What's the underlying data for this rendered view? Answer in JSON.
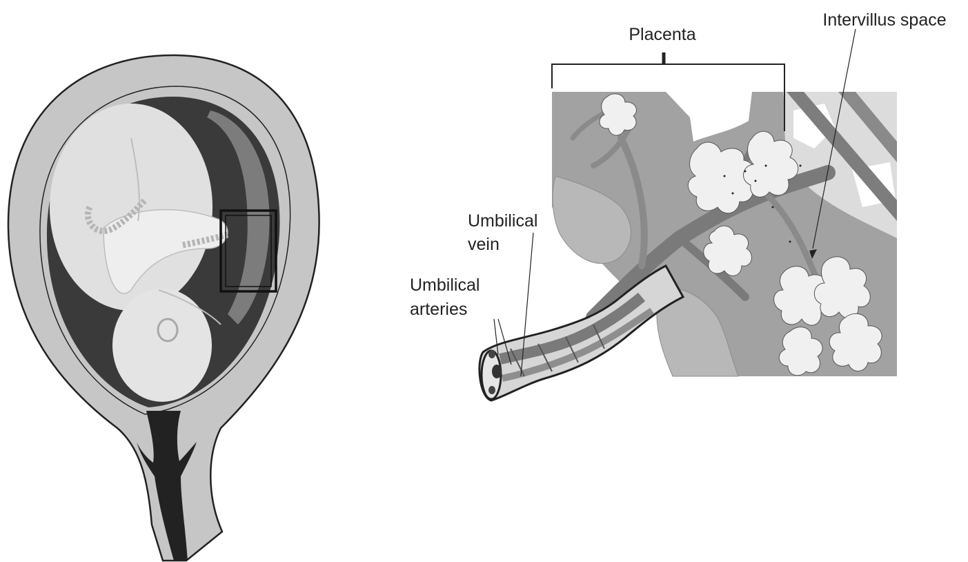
{
  "labels": {
    "placenta": "Placenta",
    "intervillus_space": "Intervillus space",
    "umbilical_vein": [
      "Umbilical",
      "vein"
    ],
    "umbilical_arteries": [
      "Umbilical",
      "arteries"
    ]
  },
  "colors": {
    "uterus_wall": "#c4c4c4",
    "amniotic_cavity": "#3a3a3a",
    "fetus": "#e2e2e2",
    "placenta_tissue": "#9a9a9a",
    "vessel_dark": "#7a7a7a",
    "villi": "#f0f0f0",
    "background_tissue": "#d8d8d8",
    "outline": "#222222"
  }
}
